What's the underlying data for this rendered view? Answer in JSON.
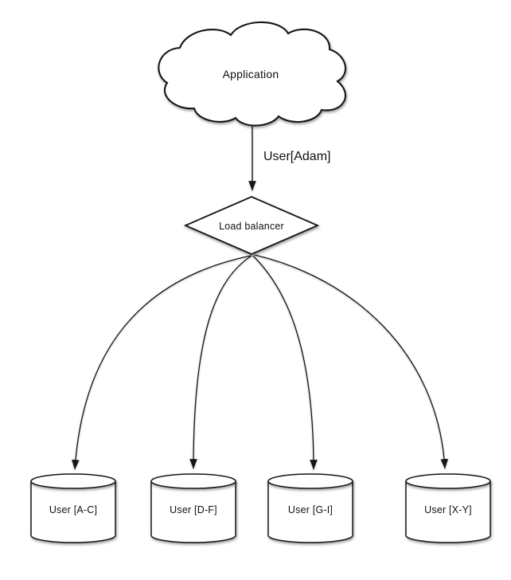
{
  "diagram": {
    "nodes": {
      "application": {
        "label": "Application",
        "shape": "cloud"
      },
      "load_balancer": {
        "label": "Load balancer",
        "shape": "diamond"
      },
      "shards": [
        {
          "label": "User [A-C]",
          "shape": "cylinder"
        },
        {
          "label": "User [D-F]",
          "shape": "cylinder"
        },
        {
          "label": "User [G-I]",
          "shape": "cylinder"
        },
        {
          "label": "User [X-Y]",
          "shape": "cylinder"
        }
      ]
    },
    "edges": {
      "app_to_load_balancer": {
        "label": "User[Adam]"
      },
      "load_balancer_to_shards": [
        {
          "target": "User [A-C]"
        },
        {
          "target": "User [D-F]"
        },
        {
          "target": "User [G-I]"
        },
        {
          "target": "User [X-Y]"
        }
      ]
    },
    "colors": {
      "background": "#ffffff",
      "stroke": "#161616",
      "shape_fill": "#ffffff",
      "text": "#111111"
    }
  }
}
